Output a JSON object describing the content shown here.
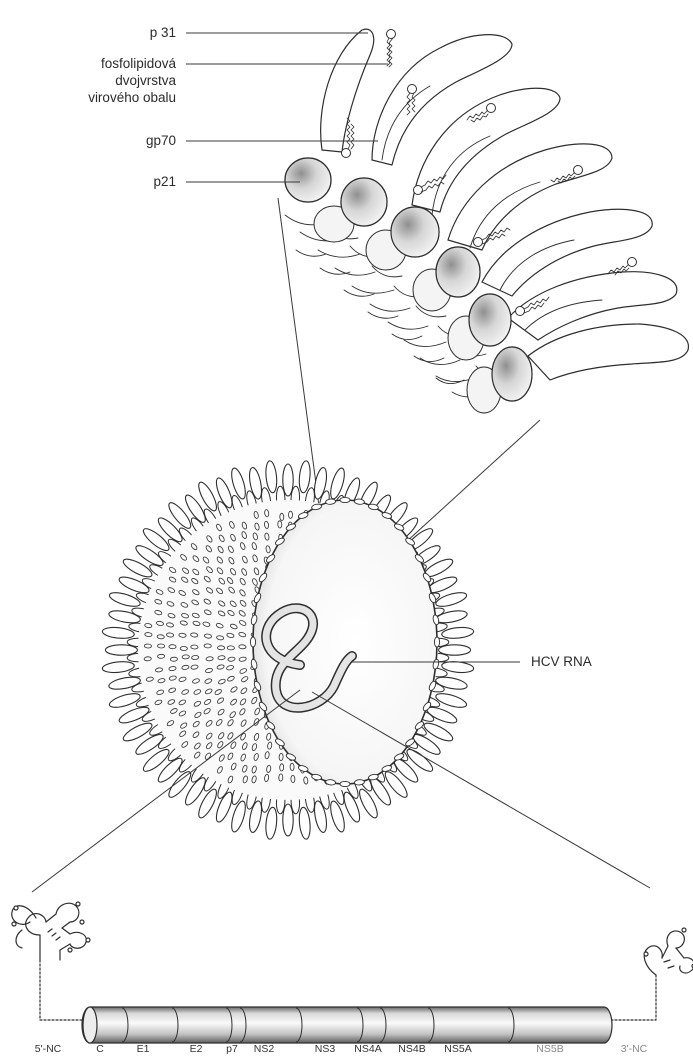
{
  "labels": {
    "p31": "p 31",
    "phospholipid_line1": "fosfolipidová",
    "phospholipid_line2": "dvojvrstva",
    "phospholipid_line3": "virového obalu",
    "gp70": "gp70",
    "p21": "p21",
    "hcv_rna": "HCV RNA"
  },
  "genome": {
    "regions": [
      "5'-NC",
      "C",
      "E1",
      "E2",
      "p7",
      "NS2",
      "NS3",
      "NS4A",
      "NS4B",
      "NS5A",
      "NS5B",
      "3'-NC"
    ]
  },
  "colors": {
    "ink": "#2e2e2e",
    "shade": "#cfcfcf",
    "faint_label": "#8a8a8a"
  }
}
